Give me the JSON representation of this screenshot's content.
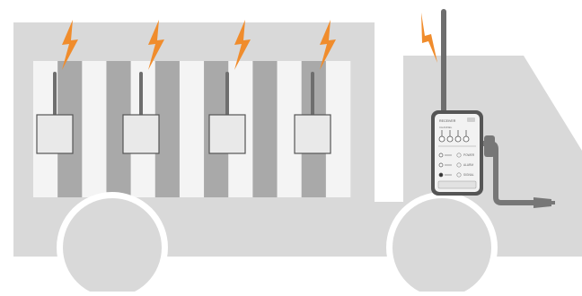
{
  "colors": {
    "background": "#ffffff",
    "truck_body": "#d9d9d9",
    "wheel": "#d9d9d9",
    "wheel_rim": "#ffffff",
    "stripe_light": "#f4f4f4",
    "stripe_dark": "#a9a9a9",
    "sensor_fill": "#e9e9e9",
    "sensor_stroke": "#555555",
    "antenna": "#6e6e6e",
    "signal": "#f08c2c",
    "device_fill": "#f2f2f2",
    "device_stroke": "#555555",
    "cable": "#777777"
  },
  "icons": {
    "sensor_antenna": "antenna-icon",
    "signal": "lightning-bolt-icon",
    "receiver": "gateway-device-icon",
    "power_plug": "car-charger-plug-icon"
  },
  "trailer": {
    "sensor_count": 4,
    "stripe_count": 13
  },
  "device": {
    "header_text": "RECEIVER",
    "sub_text": "CHANNEL",
    "rows": [
      {
        "label": "POWER"
      },
      {
        "label": "ALARM"
      },
      {
        "label": "SIGNAL"
      }
    ]
  }
}
